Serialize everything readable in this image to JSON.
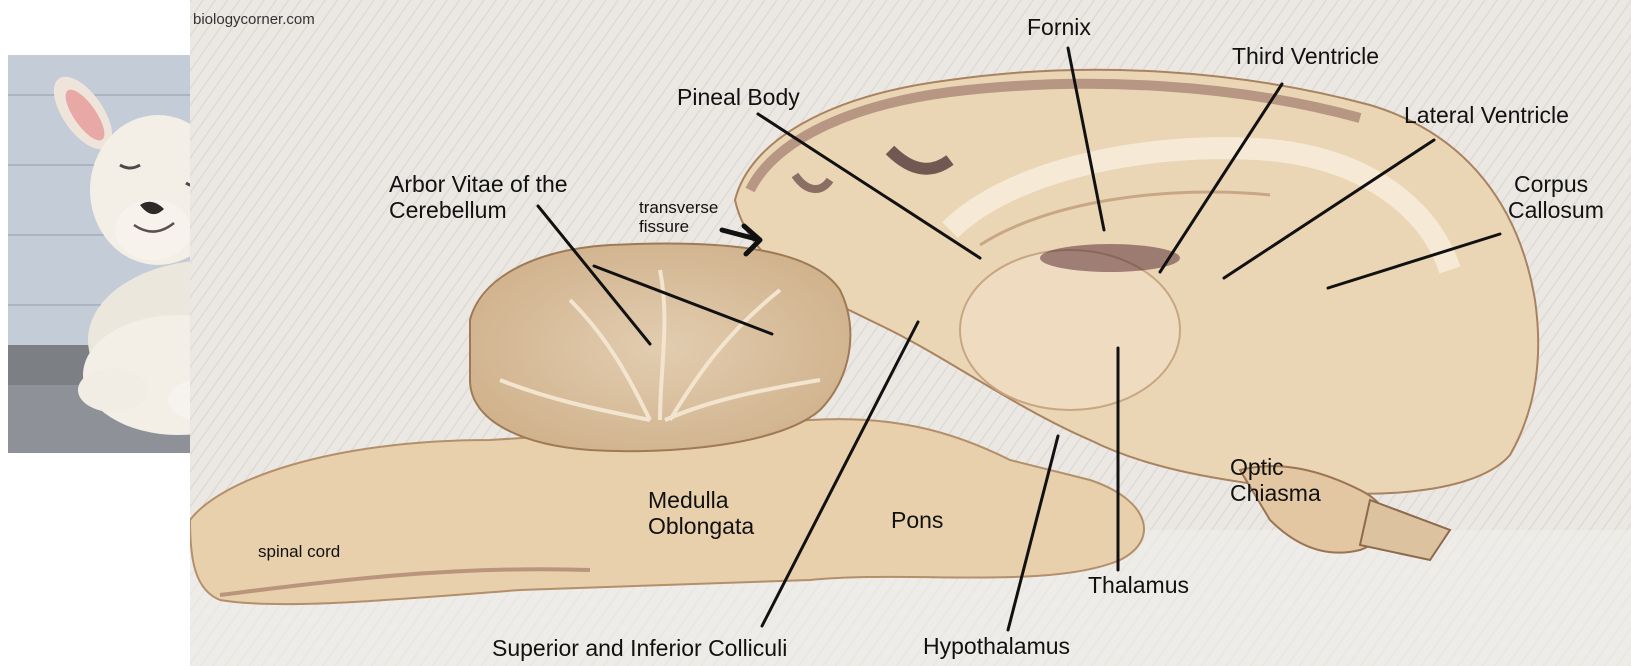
{
  "watermark": "biologycorner.com",
  "images": {
    "lamb": {
      "icon": "lamb-photo"
    },
    "brain": {
      "icon": "sheep-brain-sagittal-section"
    }
  },
  "labels": {
    "fornix": "Fornix",
    "third_ventricle": "Third Ventricle",
    "pineal_body": "Pineal Body",
    "lateral_ventricle": "Lateral Ventricle",
    "arbor_vitae_line1": "Arbor Vitae of the",
    "arbor_vitae_line2": "Cerebellum",
    "transverse_fissure_line1": "transverse",
    "transverse_fissure_line2": "fissure",
    "corpus_line1": "Corpus",
    "corpus_line2": "Callosum",
    "medulla_line1": "Medulla",
    "medulla_line2": "Oblongata",
    "pons": "Pons",
    "optic_line1": "Optic",
    "optic_line2": "Chiasma",
    "spinal_cord": "spinal cord",
    "thalamus": "Thalamus",
    "colliculi": "Superior and Inferior Colliculi",
    "hypothalamus": "Hypothalamus"
  },
  "colors": {
    "tissue": "#ead6b5",
    "tissue_dark": "#d9bd96",
    "blood": "#5a2b2e",
    "background_cloth": "#e9e6e2"
  }
}
